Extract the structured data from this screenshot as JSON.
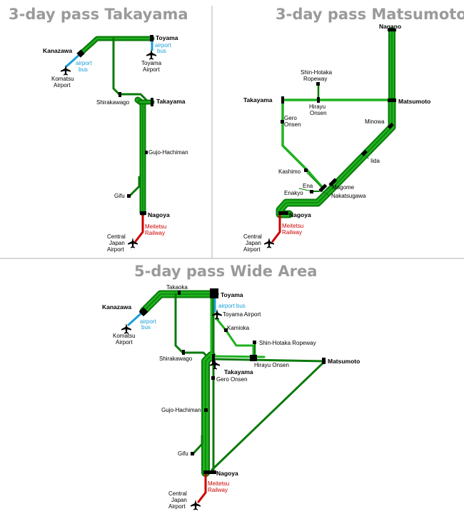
{
  "titles": {
    "takayama": "3-day pass Takayama",
    "matsumoto": "3-day pass Matsumoto",
    "wide": "5-day pass Wide Area"
  },
  "colors": {
    "jr_line": "#1fb21f",
    "jr_line_dark": "#0a7a0a",
    "airport_bus": "#1aa0d8",
    "meitetsu": "#cc0000",
    "title": "#9a9a9a",
    "divider": "#b0b0b0"
  },
  "icons": {
    "airport": "airplane-icon",
    "station": "station-marker"
  },
  "map1": {
    "toyama": "Toyama",
    "kanazawa": "Kanazawa",
    "airport_bus_1a": "airport",
    "airport_bus_1b": "bus",
    "komatsu_1": "Komatsu",
    "komatsu_2": "Airport",
    "airport_bus_2a": "airport",
    "airport_bus_2b": "bus",
    "toyama_airport_1": "Toyama",
    "toyama_airport_2": "Airport",
    "shirakawago": "Shirakawago",
    "takayama": "Takayama",
    "gujo": "Gujo-Hachiman",
    "gifu": "Gifu",
    "nagoya": "Nagoya",
    "meitetsu_1": "Meitetsu",
    "meitetsu_2": "Railway",
    "centrair_1": "Central",
    "centrair_2": "Japan",
    "centrair_3": "Airport"
  },
  "map2": {
    "nagano": "Nagano",
    "shinhotaka_1": "Shin-Hotaka",
    "shinhotaka_2": "Ropeway",
    "takayama": "Takayama",
    "hirayu_1": "Hirayu",
    "hirayu_2": "Onsen",
    "matsumoto": "Matsumoto",
    "gero_1": "Gero",
    "gero_2": "Onsen",
    "minowa": "Minowa",
    "iida": "Iida",
    "kashimo": "Kashimo",
    "magome": "Magome",
    "ena": "Ena",
    "enakyo": "Enakyo",
    "nakatsugawa": "Nakatsugawa",
    "nagoya": "Nagoya",
    "meitetsu_1": "Meitetsu",
    "meitetsu_2": "Railway",
    "centrair_1": "Central",
    "centrair_2": "Japan",
    "centrair_3": "Airport"
  },
  "map3": {
    "takaoka": "Takaoka",
    "toyama": "Toyama",
    "kanazawa": "Kanazawa",
    "airport_bus_1a": "airport",
    "airport_bus_1b": "bus",
    "airport_bus_2": "airport bus",
    "toyama_airport": "Toyama Airport",
    "komatsu_1": "Komatsu",
    "komatsu_2": "Airport",
    "kamioka": "Kamioka",
    "shinhotaka": "Shin-Hotaka Ropeway",
    "shirakawago": "Shirakawago",
    "hirayu": "Hirayu Onsen",
    "matsumoto": "Matsumoto",
    "takayama": "Takayama",
    "gero": "Gero Onsen",
    "gujo": "Gujo-Hachiman",
    "gifu": "Gifu",
    "nagoya": "Nagoya",
    "meitetsu_1": "Meitetsu",
    "meitetsu_2": "Railway",
    "centrair_1": "Central",
    "centrair_2": "Japan",
    "centrair_3": "Airport"
  }
}
